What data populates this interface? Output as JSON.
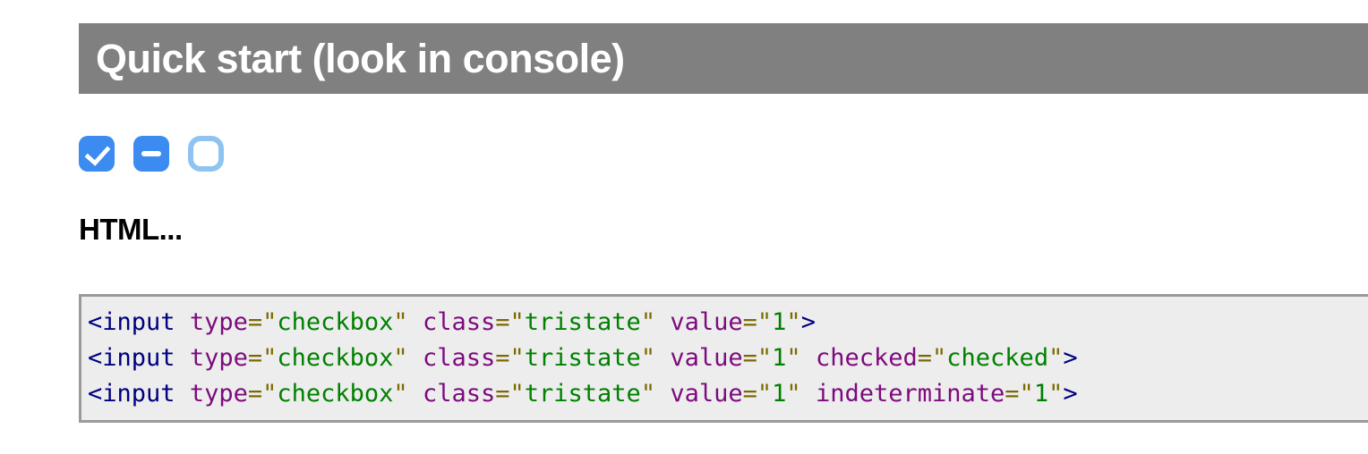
{
  "header": {
    "title": "Quick start (look in console)",
    "background_color": "#808080",
    "text_color": "#ffffff"
  },
  "checkboxes": {
    "accent_color": "#3b8bf0",
    "unchecked_border_color": "#8fc3f2",
    "items": [
      {
        "name": "checkbox-checked",
        "state": "checked",
        "icon": "checkmark-icon"
      },
      {
        "name": "checkbox-indeterminate",
        "state": "indeterminate",
        "icon": "dash-icon"
      },
      {
        "name": "checkbox-unchecked",
        "state": "unchecked",
        "icon": "empty-box-icon"
      }
    ]
  },
  "section": {
    "heading": "HTML..."
  },
  "code_block": {
    "background_color": "#ededed",
    "border_color": "#9a9a9a",
    "lines": [
      [
        {
          "text": "<input",
          "type": "tag"
        },
        {
          "text": " ",
          "type": "plain"
        },
        {
          "text": "type",
          "type": "attr"
        },
        {
          "text": "=",
          "type": "op"
        },
        {
          "text": "\"",
          "type": "quote"
        },
        {
          "text": "checkbox",
          "type": "string"
        },
        {
          "text": "\"",
          "type": "quote"
        },
        {
          "text": " ",
          "type": "plain"
        },
        {
          "text": "class",
          "type": "attr"
        },
        {
          "text": "=",
          "type": "op"
        },
        {
          "text": "\"",
          "type": "quote"
        },
        {
          "text": "tristate",
          "type": "string"
        },
        {
          "text": "\"",
          "type": "quote"
        },
        {
          "text": " ",
          "type": "plain"
        },
        {
          "text": "value",
          "type": "attr"
        },
        {
          "text": "=",
          "type": "op"
        },
        {
          "text": "\"",
          "type": "quote"
        },
        {
          "text": "1",
          "type": "string"
        },
        {
          "text": "\"",
          "type": "quote"
        },
        {
          "text": ">",
          "type": "punct"
        }
      ],
      [
        {
          "text": "<input",
          "type": "tag"
        },
        {
          "text": " ",
          "type": "plain"
        },
        {
          "text": "type",
          "type": "attr"
        },
        {
          "text": "=",
          "type": "op"
        },
        {
          "text": "\"",
          "type": "quote"
        },
        {
          "text": "checkbox",
          "type": "string"
        },
        {
          "text": "\"",
          "type": "quote"
        },
        {
          "text": " ",
          "type": "plain"
        },
        {
          "text": "class",
          "type": "attr"
        },
        {
          "text": "=",
          "type": "op"
        },
        {
          "text": "\"",
          "type": "quote"
        },
        {
          "text": "tristate",
          "type": "string"
        },
        {
          "text": "\"",
          "type": "quote"
        },
        {
          "text": " ",
          "type": "plain"
        },
        {
          "text": "value",
          "type": "attr"
        },
        {
          "text": "=",
          "type": "op"
        },
        {
          "text": "\"",
          "type": "quote"
        },
        {
          "text": "1",
          "type": "string"
        },
        {
          "text": "\"",
          "type": "quote"
        },
        {
          "text": " ",
          "type": "plain"
        },
        {
          "text": "checked",
          "type": "attr"
        },
        {
          "text": "=",
          "type": "op"
        },
        {
          "text": "\"",
          "type": "quote"
        },
        {
          "text": "checked",
          "type": "string"
        },
        {
          "text": "\"",
          "type": "quote"
        },
        {
          "text": ">",
          "type": "punct"
        }
      ],
      [
        {
          "text": "<input",
          "type": "tag"
        },
        {
          "text": " ",
          "type": "plain"
        },
        {
          "text": "type",
          "type": "attr"
        },
        {
          "text": "=",
          "type": "op"
        },
        {
          "text": "\"",
          "type": "quote"
        },
        {
          "text": "checkbox",
          "type": "string"
        },
        {
          "text": "\"",
          "type": "quote"
        },
        {
          "text": " ",
          "type": "plain"
        },
        {
          "text": "class",
          "type": "attr"
        },
        {
          "text": "=",
          "type": "op"
        },
        {
          "text": "\"",
          "type": "quote"
        },
        {
          "text": "tristate",
          "type": "string"
        },
        {
          "text": "\"",
          "type": "quote"
        },
        {
          "text": " ",
          "type": "plain"
        },
        {
          "text": "value",
          "type": "attr"
        },
        {
          "text": "=",
          "type": "op"
        },
        {
          "text": "\"",
          "type": "quote"
        },
        {
          "text": "1",
          "type": "string"
        },
        {
          "text": "\"",
          "type": "quote"
        },
        {
          "text": " ",
          "type": "plain"
        },
        {
          "text": "indeterminate",
          "type": "attr"
        },
        {
          "text": "=",
          "type": "op"
        },
        {
          "text": "\"",
          "type": "quote"
        },
        {
          "text": "1",
          "type": "string"
        },
        {
          "text": "\"",
          "type": "quote"
        },
        {
          "text": ">",
          "type": "punct"
        }
      ]
    ]
  }
}
